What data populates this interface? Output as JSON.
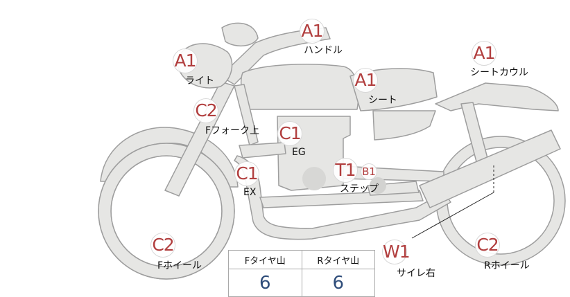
{
  "parts": [
    {
      "id": "handle",
      "grade": "A1",
      "label": "ハンドル"
    },
    {
      "id": "light",
      "grade": "A1",
      "label": "ライト"
    },
    {
      "id": "seat-cowl",
      "grade": "A1",
      "label": "シートカウル"
    },
    {
      "id": "seat",
      "grade": "A1",
      "label": "シート"
    },
    {
      "id": "f-fork",
      "grade": "C2",
      "label": "Fフォーク上"
    },
    {
      "id": "eg",
      "grade": "C1",
      "label": "EG"
    },
    {
      "id": "ex",
      "grade": "C1",
      "label": "EX"
    },
    {
      "id": "step",
      "grade": "T1",
      "grade2": "B1",
      "label": "ステップ"
    },
    {
      "id": "f-wheel",
      "grade": "C2",
      "label": "Fホイール"
    },
    {
      "id": "r-wheel",
      "grade": "C2",
      "label": "Rホイール"
    },
    {
      "id": "muffler",
      "grade": "W1",
      "label": "サイレ右"
    }
  ],
  "tread": {
    "front_label": "Fタイヤ山",
    "rear_label": "Rタイヤ山",
    "front_value": "6",
    "rear_value": "6"
  },
  "colors": {
    "grade_text": "#b13e3e",
    "bike_fill": "#e6e6e4",
    "bike_stroke": "#9e9e9e",
    "tread_value": "#2f4d7a"
  }
}
